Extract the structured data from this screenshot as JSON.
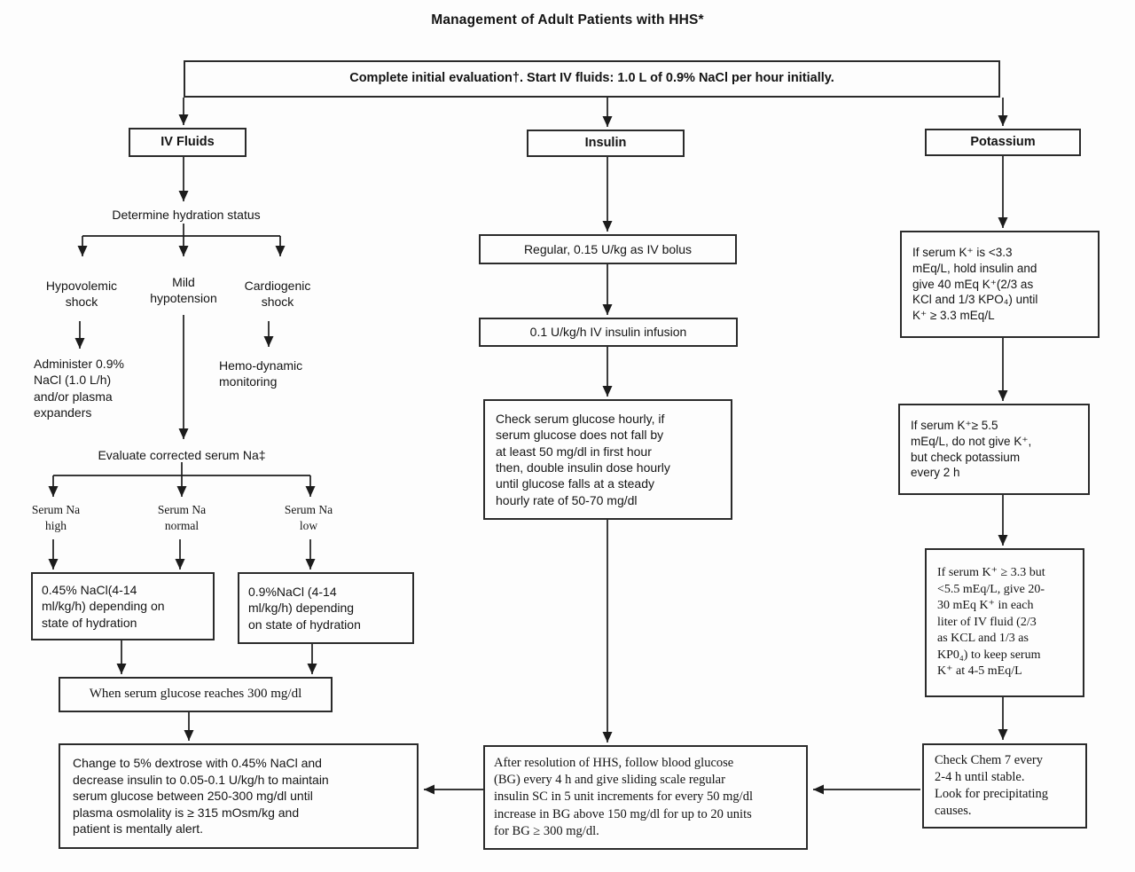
{
  "title": "Management of Adult Patients with HHS*",
  "initial_evaluation": "Complete initial evaluation†.  Start IV fluids: 1.0 L of 0.9% NaCl per hour initially.",
  "iv_fluids": {
    "header": "IV Fluids",
    "determine_hydration": "Determine hydration status",
    "hypovolemic_shock": "Hypovolemic\nshock",
    "mild_hypotension": "Mild\nhypotension",
    "cardiogenic_shock": "Cardiogenic\nshock",
    "administer_nacl": "Administer 0.9%\nNaCl (1.0 L/h)\nand/or plasma\nexpanders",
    "hemodynamic_monitoring": "Hemo-dynamic\nmonitoring",
    "evaluate_serum_na": "Evaluate corrected serum Na‡",
    "serum_na_high": "Serum Na\nhigh",
    "serum_na_normal": "Serum Na\nnormal",
    "serum_na_low": "Serum Na\nlow",
    "nacl_045": "0.45% NaCl(4-14\nml/kg/h) depending on\nstate of hydration",
    "nacl_09": "0.9%NaCl (4-14\nml/kg/h) depending\non state of hydration",
    "glucose_reaches_300": "When serum glucose reaches 300 mg/dl",
    "dextrose_change": "Change to 5% dextrose with 0.45% NaCl and\ndecrease insulin to 0.05-0.1 U/kg/h to maintain\nserum glucose between 250-300 mg/dl until\nplasma osmolality is ≥ 315 mOsm/kg and\npatient is mentally alert."
  },
  "insulin": {
    "header": "Insulin",
    "iv_bolus": "Regular, 0.15 U/kg as IV bolus",
    "iv_infusion": "0.1 U/kg/h IV insulin infusion",
    "check_glucose_hourly": "Check serum glucose hourly, if\nserum glucose does not fall by\nat least 50 mg/dl in first hour\nthen, double insulin dose hourly\nuntil glucose falls at a steady\nhourly rate of 50-70 mg/dl",
    "after_resolution": "After resolution of HHS, follow blood glucose\n(BG) every 4 h and give sliding scale regular\ninsulin SC in 5 unit increments for every 50 mg/dl\nincrease in BG above 150 mg/dl for up to 20 units\nfor BG ≥ 300 mg/dl."
  },
  "potassium": {
    "header": "Potassium",
    "k_below_3_3": "If serum K⁺ is <3.3\nmEq/L, hold insulin and\ngive 40 mEq K⁺(2/3 as\nKCl and 1/3 KPO₄) until\nK⁺ ≥ 3.3 mEq/L",
    "k_above_5_5": "If serum K⁺≥ 5.5\nmEq/L, do not give K⁺,\nbut check potassium\nevery 2 h",
    "k_3_3_to_5_5": "If serum K⁺ ≥ 3.3 but\n<5.5 mEq/L, give 20-\n30 mEq K⁺ in each\nliter of IV fluid (2/3\nas KCL and 1/3 as\nKP0₄) to keep serum\nK⁺ at 4-5 mEq/L",
    "check_chem7": "Check Chem 7 every\n2-4 h until stable.\nLook for precipitating\ncauses."
  },
  "colors": {
    "ink": "#141414",
    "paper": "#fdfdfd"
  }
}
